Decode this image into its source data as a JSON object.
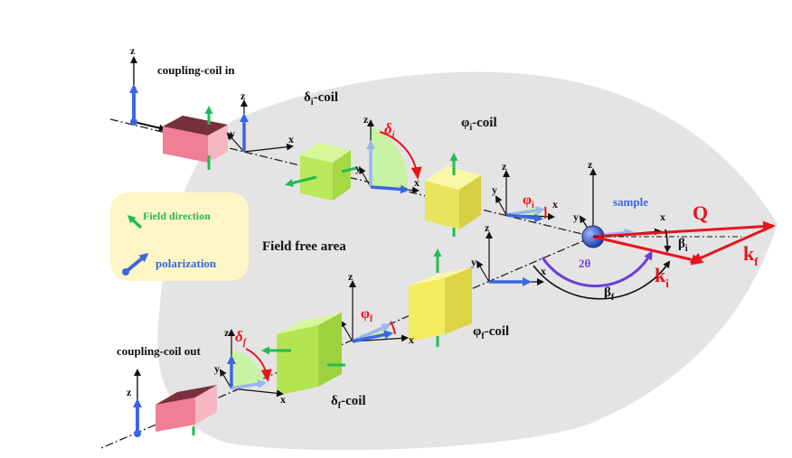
{
  "labels": {
    "coupling_in": "coupling-coil in",
    "coupling_out": "coupling-coil out",
    "delta_i_coil_sym": "δ",
    "delta_i_coil_sub": "i",
    "delta_i_coil_suffix": "-coil",
    "phi_i_coil_sym": "φ",
    "phi_i_coil_sub": "i",
    "phi_i_coil_suffix": "-coil",
    "delta_f_coil_sym": "δ",
    "delta_f_coil_sub": "f",
    "delta_f_coil_suffix": "-coil",
    "phi_f_coil_sym": "φ",
    "phi_f_coil_sub": "f",
    "phi_f_coil_suffix": "-coil",
    "field_free": "Field free area",
    "sample": "sample",
    "two_theta": "2θ",
    "beta_i_sym": "β",
    "beta_i_sub": "i",
    "beta_f_sym": "β",
    "beta_f_sub": "f",
    "Q": "Q",
    "k_i_sym": "k",
    "k_i_sub": "i",
    "k_f_sym": "k",
    "k_f_sub": "f",
    "delta_i_angle": "δ",
    "delta_i_angle_sub": "i",
    "phi_i_angle": "φ",
    "phi_i_angle_sub": "i",
    "delta_f_angle": "δ",
    "delta_f_angle_sub": "f",
    "phi_f_angle": "φ",
    "phi_f_angle_sub": "f"
  },
  "legend": {
    "field_direction": "Field direction",
    "polarization": "polarization"
  },
  "axis": {
    "x": "x",
    "y": "y",
    "z": "z"
  },
  "colors": {
    "field_arrow": "#22bb55",
    "polarization": "#3a66e0",
    "polarization_light": "#9ab4f5",
    "scatter": "#e8141c",
    "two_theta_arc": "#6a3fd8",
    "area_fill": "#e4e4e4",
    "legend_fill": "#fff6c6",
    "coupling_box": "#f07f96",
    "spin_box": "#c8f36a",
    "phi_box": "#f6f27a"
  }
}
